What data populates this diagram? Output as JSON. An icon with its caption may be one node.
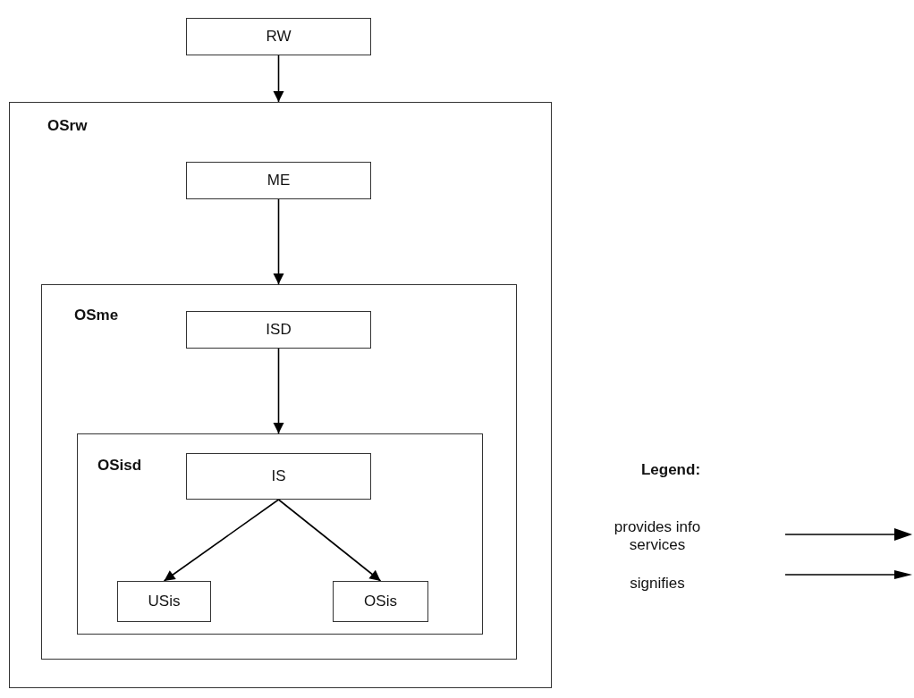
{
  "diagram": {
    "nodes": [
      {
        "text": [
          "RW"
        ]
      },
      {
        "text": [
          "OSrw"
        ]
      },
      {
        "text": [
          "ME"
        ],
        "in": 1
      },
      {
        "text": [
          "OSme"
        ],
        "in": 1
      },
      {
        "text": [
          "ISD"
        ],
        "in": 3
      },
      {
        "text": [
          "OSisd"
        ],
        "in": 3
      },
      {
        "text": [
          "IS"
        ],
        "in": 5
      },
      {
        "text": [
          "USis"
        ],
        "in": 5
      },
      {
        "text": [
          "OSis"
        ],
        "in": 5
      }
    ],
    "edges": [
      {
        "from": 0,
        "to": 1,
        "arrow": "to"
      },
      {
        "from": 2,
        "to": 3,
        "arrow": "to"
      },
      {
        "from": 4,
        "to": 5,
        "arrow": "to"
      },
      {
        "from": 6,
        "to": 7,
        "arrow": "to"
      },
      {
        "from": 6,
        "to": 8,
        "arrow": "to"
      }
    ],
    "labels": [
      "Legend:"
    ],
    "legend": [
      {
        "text": "provides info services"
      },
      {
        "text": "signifies"
      }
    ]
  }
}
